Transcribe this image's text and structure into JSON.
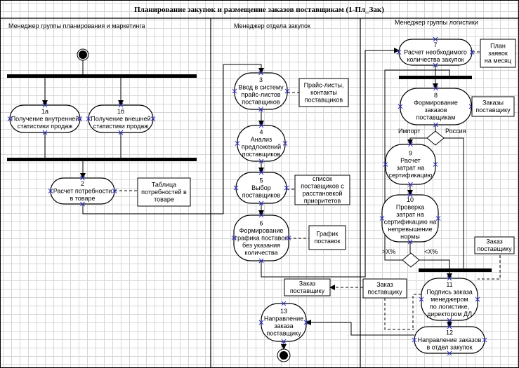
{
  "title": "Планирование закупок и размещение заказов поставщикам (1-Пл_Зак)",
  "lanes": [
    "Менеджер группы планирования и маркетинга",
    "Менеджер отдела закупок",
    "Менеджер группы логистики"
  ],
  "activities": {
    "a1a": {
      "num": "1а",
      "lines": [
        "Получение внутренней",
        "статистики продаж"
      ]
    },
    "a1b": {
      "num": "1б",
      "lines": [
        "Получение внешней",
        "статистики продаж"
      ]
    },
    "a2": {
      "num": "2",
      "lines": [
        "Расчет потребности",
        "в товаре"
      ]
    },
    "a3": {
      "num": "3",
      "lines": [
        "Ввод в систему",
        "прайс-листов",
        "поставщиков"
      ]
    },
    "a4": {
      "num": "4",
      "lines": [
        "Анализ",
        "предложений",
        "поставщиков"
      ]
    },
    "a5": {
      "num": "5",
      "lines": [
        "Выбор",
        "поставщиков"
      ]
    },
    "a6": {
      "num": "6",
      "lines": [
        "Формирование",
        "графика поставок",
        "без указания",
        "количества"
      ]
    },
    "a7": {
      "num": "7",
      "lines": [
        "Расчет необходимого",
        "количества закупок"
      ]
    },
    "a8": {
      "num": "8",
      "lines": [
        "Формирование",
        "заказов",
        "поставщикам"
      ]
    },
    "a9": {
      "num": "9",
      "lines": [
        "Расчет",
        "затрат на",
        "сертификацию"
      ]
    },
    "a10": {
      "num": "10",
      "lines": [
        "Проверка",
        "затрат на",
        "сертификацию на",
        "непревышение",
        "нормы"
      ]
    },
    "a11": {
      "num": "11",
      "lines": [
        "Подпись заказа",
        "менеджером",
        "по логистике,",
        "директором ДЛ"
      ]
    },
    "a12": {
      "num": "12",
      "lines": [
        "Направление заказов",
        "в отдел закупок"
      ]
    },
    "a13": {
      "num": "13",
      "lines": [
        "Направление",
        "заказа",
        "поставщику"
      ]
    }
  },
  "notes": {
    "n_table": [
      "Таблица",
      "потребностей в",
      "товаре"
    ],
    "n_price": [
      "Прайс-листы,",
      "контакты",
      "поставщиков"
    ],
    "n_list": [
      "список",
      "поставщиков с",
      "расстановкой",
      "приоритетов"
    ],
    "n_graph": [
      "График",
      "поставок"
    ],
    "n_plan": [
      "План",
      "заявок",
      "на месяц"
    ],
    "n_orders": [
      "Заказы",
      "поставщику"
    ],
    "n_order_r": [
      "Заказ",
      "поставщику"
    ],
    "n_order_mid": [
      "Заказ",
      "поставщику"
    ],
    "n_order_left": [
      "Заказ",
      "поставщику"
    ]
  },
  "guards": {
    "import": "Импорт",
    "russia": "Россия",
    "gt": ">X%",
    "lt": "<X%"
  }
}
